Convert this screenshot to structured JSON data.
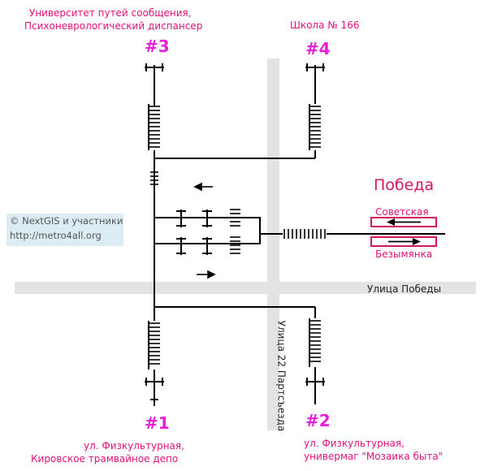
{
  "station": {
    "name": "Победа"
  },
  "lines": [
    {
      "name": "Советская",
      "direction": "left"
    },
    {
      "name": "Безымянка",
      "direction": "right"
    }
  ],
  "streets": {
    "horizontal": "Улица Победы",
    "vertical": "Улица 22 Партсъезда"
  },
  "exits": [
    {
      "number": "#1",
      "desc_line1": "ул. Физкультурная,",
      "desc_line2": "Кировское трамвайное депо"
    },
    {
      "number": "#2",
      "desc_line1": "ул. Физкультурная,",
      "desc_line2": "универмаг \"Мозаика быта\""
    },
    {
      "number": "#3",
      "desc_line1": "Университет путей сообщения,",
      "desc_line2": "Психоневрологический диспансер"
    },
    {
      "number": "#4",
      "desc_line1": "Школа № 166",
      "desc_line2": ""
    }
  ],
  "credits": {
    "line1": "© NextGIS и участники",
    "line2": "http://metro4all.org"
  },
  "colors": {
    "exit_number": "#e81fd8",
    "station_name": "#d4155f",
    "line_label": "#e0127a",
    "street": "#e3e3e3",
    "scheme": "#000000"
  }
}
